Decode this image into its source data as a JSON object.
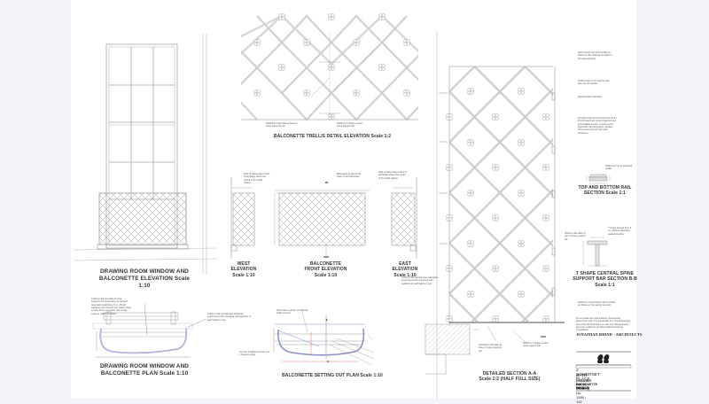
{
  "sheet": {
    "background": "#f3f4f8",
    "paper": "#ffffff",
    "line_color": "#b8b8b8",
    "dimension_color": "#e05a5a",
    "setting_out_color": "#5a6ae0"
  },
  "views": {
    "elevation_title_1": "DRAWING ROOM WINDOW AND",
    "elevation_title_2": "BALCONETTE ELEVATION Scale 1:10",
    "plan_title_1": "DRAWING ROOM WINDOW AND",
    "plan_title_2": "BALCONETTE PLAN Scale 1:10",
    "trellis_title": "BALCONETTE TRELLIS DETAIL ELEVATION Scale 1:2",
    "west_1": "WEST",
    "west_2": "ELEVATION",
    "west_3": "Scale 1:10",
    "front_1": "BALCONETTE",
    "front_2": "FRONT ELEVATION",
    "front_3": "Scale 1:10",
    "east_1": "EAST",
    "east_2": "ELEVATION",
    "east_3": "Scale 1:10",
    "setting_out_title": "BALCONETTE SETTING OUT PLAN Scale 1:10",
    "section_aa_1": "DETAILED  SECTION A-A",
    "section_aa_2": "Scale 1:2 (HALF FULL SIZE)",
    "rail_1": "TOP AND BOTTOM RAIL",
    "rail_2": "SECTION Scale 1:1",
    "spine_1": "T SHAPE CENTRAL SPINE",
    "spine_2": "SUPPORT BAR SECTION B-B",
    "spine_3": "Scale 1:1"
  },
  "notes": {
    "plan_note": "12x6mm flat bar plate of spine supports the secondary top rail and returned to wall fixing 5 no. 4th off stainless steel screws into plastic plugs to wall. Prime and paint, two of clay sheet to match all colour.",
    "plan_note_right": "12x6mm flat vertical steel wall plate supported at the mounting wall positions to each balcony end.",
    "west_note": "Side of balconette to face 8 tall Stage where the centre of the trellis pattern.",
    "front_note": "Balconette to face 8 tall base of the balconette",
    "east_note": "Side of balconette to face 8 tall Stage where the centre of the trellis pattern.",
    "trellis_note_left": "40x6x6mm flat plate at base of spine supports rail",
    "trellis_note_right": "20x5mm T shape central spine support bar",
    "section_note_1": "40x6x6mm flat plate at base of spine supports rail",
    "section_note_2": "20x6mm T shape central spine support bar",
    "rail_note_1": "30x6 curved top rail to profile as shown on the drawing set plate to the wall and fixed",
    "rail_note_2": "Trellis mesh to the returns rails, also top rail welded",
    "rail_note_3": "Repeat detail wall plate",
    "rail_note_4": "All trellis work to be formed from 8mm Ø mild steel bars woven together and spot welded at each crossing point, fitted with cast decorative rosettes. Prime and paint with all scale protection.",
    "rail_profile_note": "Rolled top bar to sectional profile",
    "spine_note": "20x6mm flat plate to rear of spine support bar",
    "spine_note_right": "T shape formed from 6 no. 20x5mm flat plate welded together",
    "bottom_note": "20x6mm curved bottom rail to profile as shown on the setting out plan",
    "disclaimer": "Do not scale from this drawing. Use figured dimensions only. The Contractor is to check drawings and verify all dimensions on site. Any discrepancies are to be notified to Jonathan Rhind Architects immediately.",
    "setting_out_note": "Non-bottom portion of elliptical trellis scheme",
    "setting_out_note2": "Arc thru 3 Ellipse junction to 4 x tangent points"
  },
  "title_block": {
    "firm": "JONATHAN RHIND - ARCHITECTS",
    "project_1": "2 SOMERSET PLACE,",
    "project_2": "BATH",
    "drawing_1": "DRAWING ROOM WINDOW",
    "drawing_2": "BALCONETTE DETAILS",
    "drawing_no": "Drawing No.  1995 / 132"
  }
}
